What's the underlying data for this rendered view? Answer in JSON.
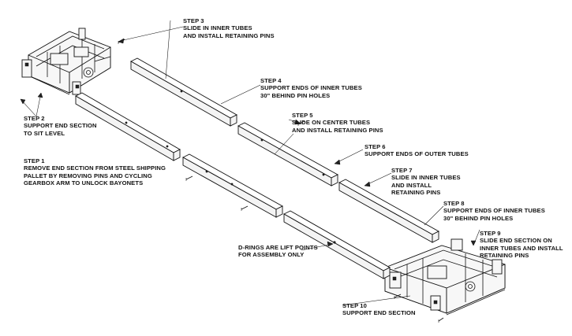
{
  "steps": {
    "step1": {
      "title": "STEP 1",
      "lines": [
        "REMOVE END SECTION FROM STEEL SHIPPING",
        "PALLET BY REMOVING PINS AND CYCLING",
        "GEARBOX ARM TO UNLOCK BAYONETS"
      ]
    },
    "step2": {
      "title": "STEP 2",
      "lines": [
        "SUPPORT END SECTION",
        "TO SIT LEVEL"
      ]
    },
    "step3": {
      "title": "STEP 3",
      "lines": [
        "SLIDE IN INNER TUBES",
        "AND INSTALL RETAINING PINS"
      ]
    },
    "step4": {
      "title": "STEP 4",
      "lines": [
        "SUPPORT ENDS OF INNER TUBES",
        "30\" BEHIND PIN HOLES"
      ]
    },
    "step5": {
      "title": "STEP 5",
      "lines": [
        "SLIDE ON CENTER TUBES",
        "AND INSTALL RETAINING PINS"
      ]
    },
    "step6": {
      "title": "STEP 6",
      "lines": [
        "SUPPORT ENDS OF OUTER TUBES"
      ]
    },
    "step7": {
      "title": "STEP 7",
      "lines": [
        "SLIDE IN INNER TUBES",
        "AND INSTALL",
        "RETAINING PINS"
      ]
    },
    "step8": {
      "title": "STEP 8",
      "lines": [
        "SUPPORT ENDS OF INNER TUBES",
        "30\" BEHIND PIN HOLES"
      ]
    },
    "step9": {
      "title": "STEP 9",
      "lines": [
        "SLIDE END SECTION ON",
        "INNER TUBES AND INSTALL",
        "RETAINING PINS"
      ]
    },
    "step10": {
      "title": "STEP 10",
      "lines": [
        "SUPPORT END SECTION"
      ]
    }
  },
  "note": {
    "lines": [
      "D-RINGS ARE LIFT POINTS",
      "FOR ASSEMBLY ONLY"
    ]
  }
}
